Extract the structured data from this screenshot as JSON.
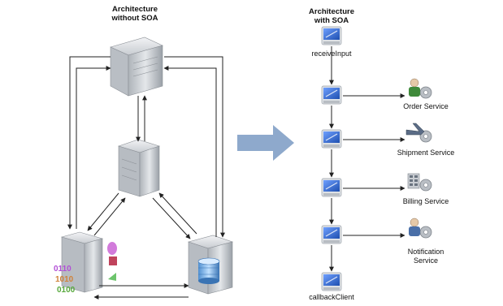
{
  "left": {
    "title_line1": "Architecture",
    "title_line2": "without SOA",
    "binary_text": [
      "0110",
      "1010",
      "0100"
    ]
  },
  "right": {
    "title_line1": "Architecture",
    "title_line2": "with SOA",
    "steps": [
      {
        "label": "receiveInput"
      },
      {
        "label": ""
      },
      {
        "label": ""
      },
      {
        "label": ""
      },
      {
        "label": ""
      },
      {
        "label": "callbackClient"
      }
    ],
    "services": [
      {
        "label_line1": "Order Service",
        "label_line2": "",
        "icon": "order-service-icon"
      },
      {
        "label_line1": "Shipment Service",
        "label_line2": "",
        "icon": "shipment-service-icon"
      },
      {
        "label_line1": "Billing Service",
        "label_line2": "",
        "icon": "billing-service-icon"
      },
      {
        "label_line1": "Notification",
        "label_line2": "Service",
        "icon": "notification-service-icon"
      }
    ]
  },
  "colors": {
    "server_gray": "#c9cdd2",
    "arrow_blue": "#8ea9cc",
    "monitor_blue": "#2f67c9",
    "line": "#222222"
  }
}
